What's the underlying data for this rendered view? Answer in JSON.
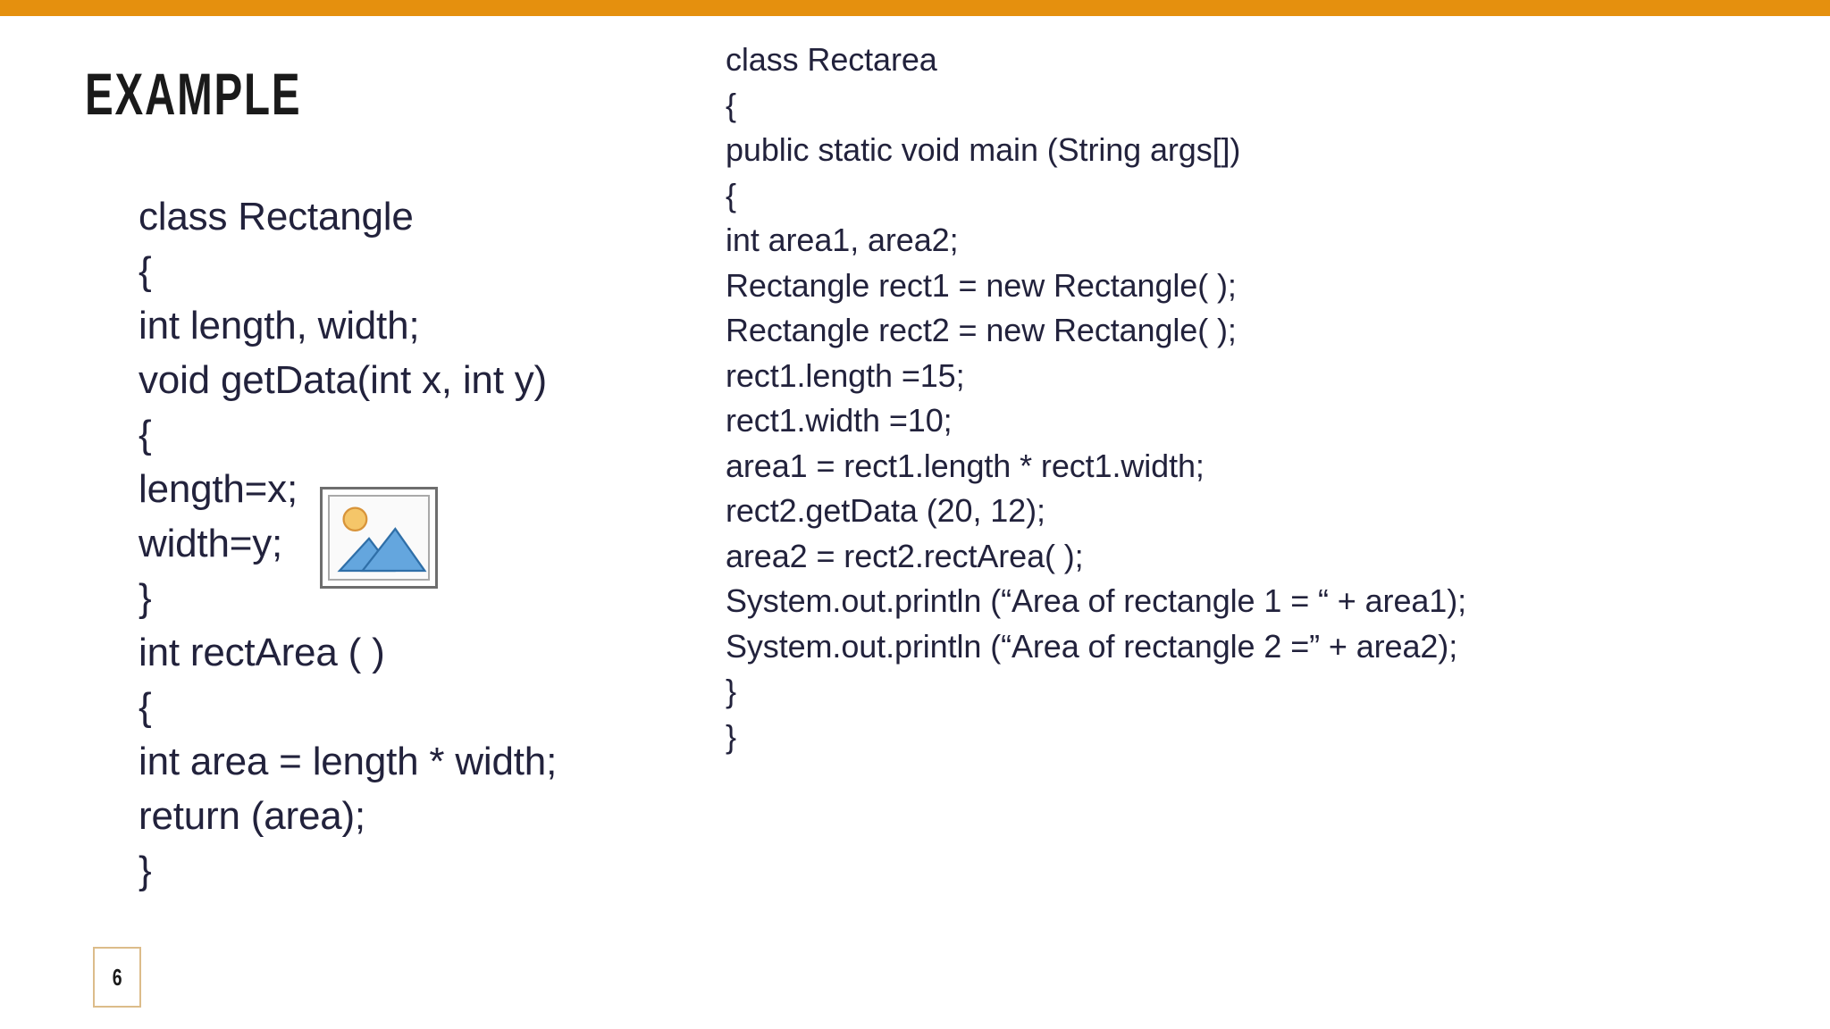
{
  "slide": {
    "title": "Example",
    "page_number": "6",
    "accent_color": "#E5900E",
    "text_color": "#22223C",
    "title_color": "#1A1A1A",
    "badge_border_color": "#DCBC8A",
    "background_color": "#FFFFFF"
  },
  "left_code": {
    "lines": [
      "class Rectangle",
      "{",
      "int length, width;",
      "void getData(int x, int y)",
      "{",
      "length=x;",
      "width=y;",
      "}",
      "int rectArea ( )",
      "{",
      "int area = length * width;",
      "return (area);",
      "}"
    ]
  },
  "right_code": {
    "lines": [
      "class Rectarea",
      "{",
      "public static void main (String args[])",
      "{",
      "int area1, area2;",
      "Rectangle rect1 = new Rectangle( );",
      "Rectangle rect2 = new Rectangle( );",
      "rect1.length =15;",
      "rect1.width =10;",
      "area1 = rect1.length * rect1.width;",
      "rect2.getData (20, 12);",
      "area2 = rect2.rectArea( );",
      "System.out.println (“Area of rectangle 1 = “ + area1);",
      "System.out.println (“Area of rectangle 2 =” + area2);",
      "}",
      "}"
    ]
  },
  "picture_placeholder": {
    "icon": "image-placeholder-icon",
    "sun_color": "#F5C669",
    "mountain_color": "#64A6DE",
    "frame_color": "#6E6E6E"
  }
}
